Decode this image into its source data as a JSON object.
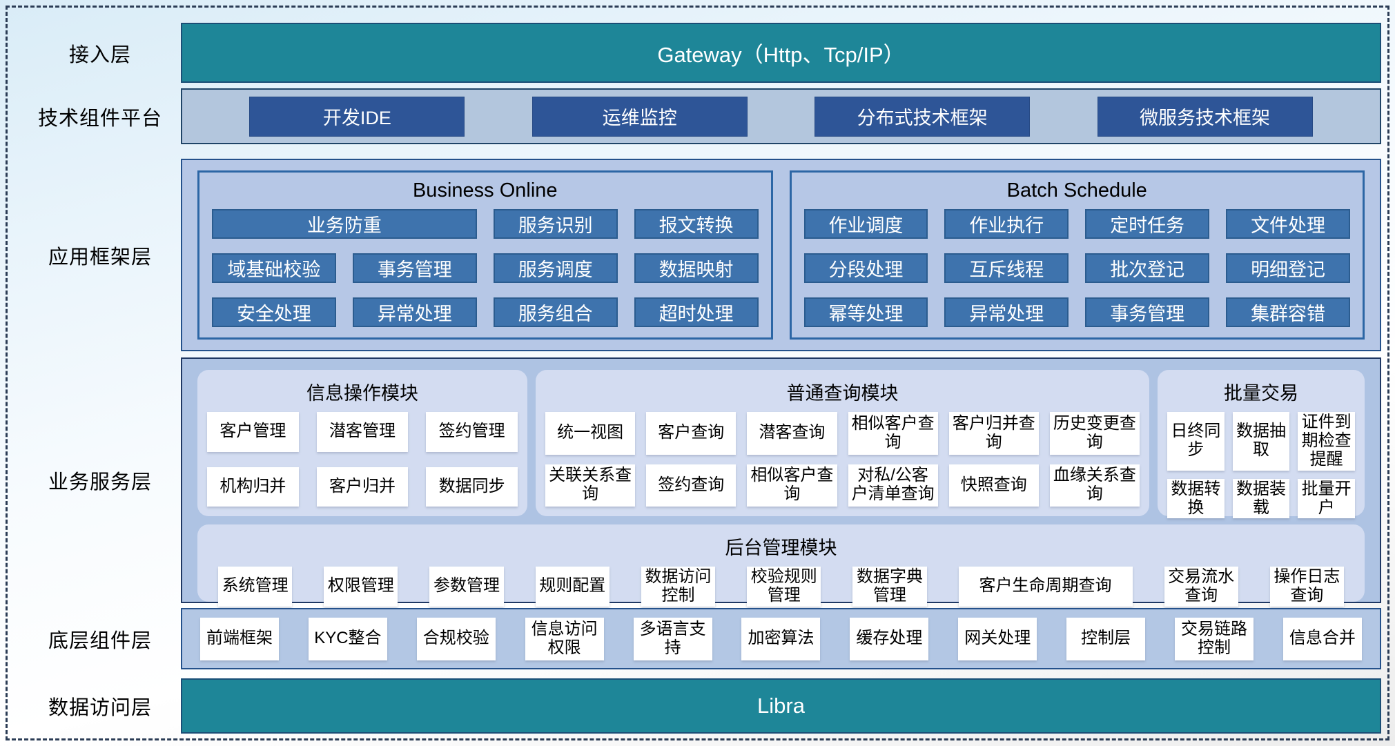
{
  "access_layer": {
    "label": "接入层",
    "gateway": "Gateway（Http、Tcp/IP）"
  },
  "tech_platform": {
    "label": "技术组件平台",
    "items": [
      "开发IDE",
      "运维监控",
      "分布式技术框架",
      "微服务技术框架"
    ]
  },
  "app_framework": {
    "label": "应用框架层",
    "business_online": {
      "title": "Business Online",
      "row1": [
        "业务防重",
        "服务识别",
        "报文转换"
      ],
      "row2": [
        "域基础校验",
        "事务管理",
        "服务调度",
        "数据映射"
      ],
      "row3": [
        "安全处理",
        "异常处理",
        "服务组合",
        "超时处理"
      ]
    },
    "batch_schedule": {
      "title": "Batch Schedule",
      "row1": [
        "作业调度",
        "作业执行",
        "定时任务",
        "文件处理"
      ],
      "row2": [
        "分段处理",
        "互斥线程",
        "批次登记",
        "明细登记"
      ],
      "row3": [
        "幂等处理",
        "异常处理",
        "事务管理",
        "集群容错"
      ]
    }
  },
  "business_service": {
    "label": "业务服务层",
    "info_module": {
      "title": "信息操作模块",
      "row1": [
        "客户管理",
        "潜客管理",
        "签约管理"
      ],
      "row2": [
        "机构归并",
        "客户归并",
        "数据同步"
      ]
    },
    "query_module": {
      "title": "普通查询模块",
      "row1": [
        "统一视图",
        "客户查询",
        "潜客查询",
        "相似客户查询",
        "客户归并查询",
        "历史变更查询"
      ],
      "row2": [
        "关联关系查询",
        "签约查询",
        "相似客户查询",
        "对私/公客户清单查询",
        "快照查询",
        "血缘关系查询"
      ]
    },
    "batch_trade": {
      "title": "批量交易",
      "row1": [
        "日终同步",
        "数据抽取",
        "证件到期检查提醒"
      ],
      "row2": [
        "数据转换",
        "数据装载",
        "批量开户"
      ]
    },
    "admin_module": {
      "title": "后台管理模块",
      "items": [
        "系统管理",
        "权限管理",
        "参数管理",
        "规则配置",
        "数据访问控制",
        "校验规则管理",
        "数据字典管理",
        "客户生命周期查询",
        "交易流水查询",
        "操作日志查询"
      ]
    }
  },
  "base_components": {
    "label": "底层组件层",
    "items": [
      "前端框架",
      "KYC整合",
      "合规校验",
      "信息访问权限",
      "多语言支持",
      "加密算法",
      "缓存处理",
      "网关处理",
      "控制层",
      "交易链路控制",
      "信息合并"
    ]
  },
  "data_access": {
    "label": "数据访问层",
    "bar": "Libra"
  },
  "colors": {
    "teal": "#1e8698",
    "navy_button": "#2e5597",
    "steel_button": "#3e73ad",
    "panel_gray_blue": "#b3c6dd",
    "panel_periwinkle": "#b6c7e6",
    "subpanel_lavender": "#d3dcf1",
    "border_dark": "#1f4467"
  }
}
